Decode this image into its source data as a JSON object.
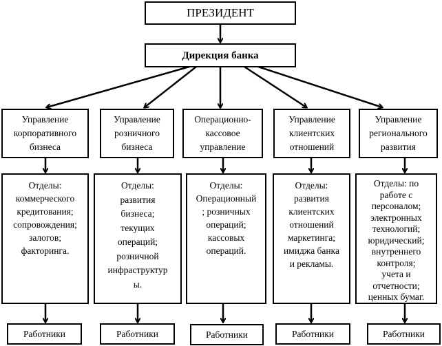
{
  "president": "ПРЕЗИДЕНТ",
  "directorate": "Дирекция банка",
  "branches": [
    {
      "title": "Управление\nкорпоративного\nбизнеса",
      "departments": "Отделы:\nкоммерческого\nкредитования;\nсопровождения;\nзалогов;\nфакторинга.",
      "workers": "Работники"
    },
    {
      "title": "Управление\nрозничного\nбизнеса",
      "departments": "Отделы:\nразвития\nбизнеса;\nтекущих\nопераций;\nрозничной\nинфраструктур\nы.",
      "workers": "Работники"
    },
    {
      "title": "Операционно-\nкассовое\nуправление",
      "departments": "Отделы:\nОперационный\n; розничных\nопераций;\nкассовых\nопераций.",
      "workers": "Работники"
    },
    {
      "title": "Управление\nклиентских\nотношений",
      "departments": "Отделы:\nразвития\nклиентских\nотношений\nмаркетинга;\nимиджа банка\nи рекламы.",
      "workers": "Работники"
    },
    {
      "title": "Управление\nрегионального\nразвития",
      "departments": "Отделы: по\nработе с\nперсоналом;\nэлектронных\nтехнологий;\nюридический;\nвнутреннего\nконтроля;\nучета и\nотчетности;\nценных бумаг.",
      "workers": "Работники"
    }
  ]
}
